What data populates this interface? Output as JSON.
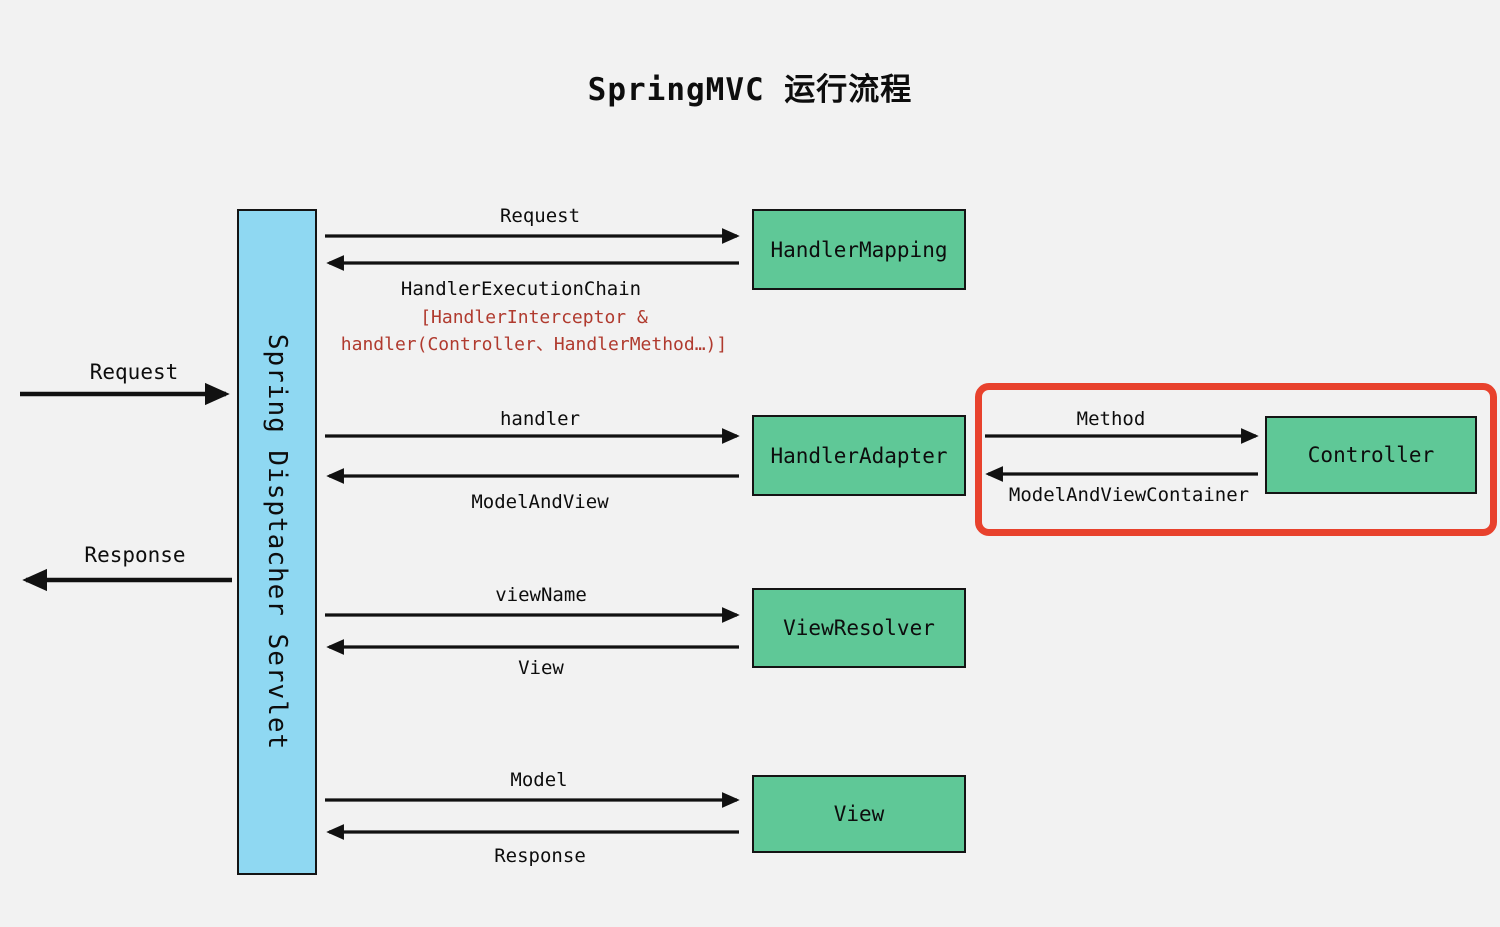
{
  "title": "SpringMVC 运行流程",
  "colors": {
    "background": "#F2F2F2",
    "servlet_fill": "#8FD8F2",
    "node_fill": "#5FC897",
    "highlight_outline": "#E8422D",
    "detail_text": "#B03A2E"
  },
  "servlet": {
    "label": "Spring Disptacher Servlet"
  },
  "client": {
    "request_label": "Request",
    "response_label": "Response"
  },
  "nodes": {
    "handler_mapping": {
      "label": "HandlerMapping"
    },
    "handler_adapter": {
      "label": "HandlerAdapter"
    },
    "view_resolver": {
      "label": "ViewResolver"
    },
    "view": {
      "label": "View"
    },
    "controller": {
      "label": "Controller"
    }
  },
  "flows": {
    "handler_mapping": {
      "forward": "Request",
      "back": "HandlerExecutionChain",
      "detail_line1": "[HandlerInterceptor &",
      "detail_line2": "handler(Controller、HandlerMethod…)]"
    },
    "handler_adapter": {
      "forward": "handler",
      "back": "ModelAndView"
    },
    "view_resolver": {
      "forward": "viewName",
      "back": "View"
    },
    "view": {
      "forward": "Model",
      "back": "Response"
    },
    "controller": {
      "forward": "Method",
      "back": "ModelAndViewContainer"
    }
  }
}
